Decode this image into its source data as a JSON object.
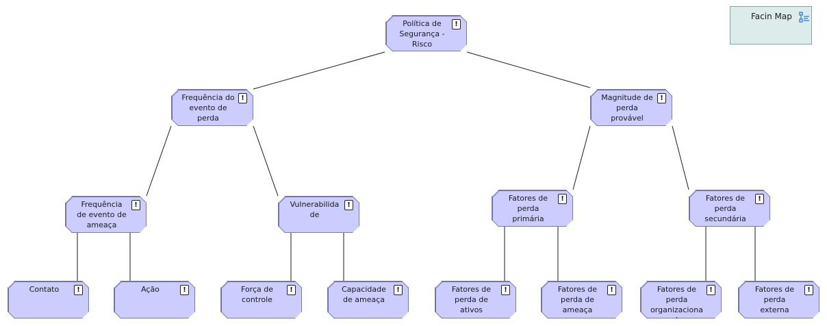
{
  "panel": {
    "title": "Facin Map",
    "icon": "hierarchy-map-icon"
  },
  "nodes": [
    {
      "id": "root",
      "label": "Política de Segurança - Risco",
      "icon": "warning-icon"
    },
    {
      "id": "lef",
      "label": "Frequência do evento de perda",
      "icon": "warning-icon"
    },
    {
      "id": "lm",
      "label": "Magnitude de perda provável",
      "icon": "warning-icon"
    },
    {
      "id": "tef",
      "label": "Frequência de evento de ameaça",
      "icon": "warning-icon"
    },
    {
      "id": "vuln",
      "label": "Vulnerabilidade",
      "icon": "warning-icon"
    },
    {
      "id": "plf",
      "label": "Fatores de perda primária",
      "icon": "warning-icon"
    },
    {
      "id": "slf",
      "label": "Fatores de perda secundária",
      "icon": "warning-icon"
    },
    {
      "id": "contact",
      "label": "Contato",
      "icon": "warning-icon"
    },
    {
      "id": "action",
      "label": "Ação",
      "icon": "warning-icon"
    },
    {
      "id": "cs",
      "label": "Força de controle",
      "icon": "warning-icon"
    },
    {
      "id": "tcap",
      "label": "Capacidade de ameaça",
      "icon": "warning-icon"
    },
    {
      "id": "alf",
      "label": "Fatores de perda de ativos",
      "icon": "warning-icon"
    },
    {
      "id": "tlf",
      "label": "Fatores de perda de ameaça",
      "icon": "warning-icon"
    },
    {
      "id": "olf",
      "label": "Fatores de perda organizacional",
      "icon": "warning-icon"
    },
    {
      "id": "elf",
      "label": "Fatores de perda externa",
      "icon": "warning-icon"
    }
  ],
  "edges": [
    [
      "root",
      "lef"
    ],
    [
      "root",
      "lm"
    ],
    [
      "lef",
      "tef"
    ],
    [
      "lef",
      "vuln"
    ],
    [
      "lm",
      "plf"
    ],
    [
      "lm",
      "slf"
    ],
    [
      "tef",
      "contact"
    ],
    [
      "tef",
      "action"
    ],
    [
      "vuln",
      "cs"
    ],
    [
      "vuln",
      "tcap"
    ],
    [
      "plf",
      "alf"
    ],
    [
      "plf",
      "tlf"
    ],
    [
      "slf",
      "olf"
    ],
    [
      "slf",
      "elf"
    ]
  ]
}
